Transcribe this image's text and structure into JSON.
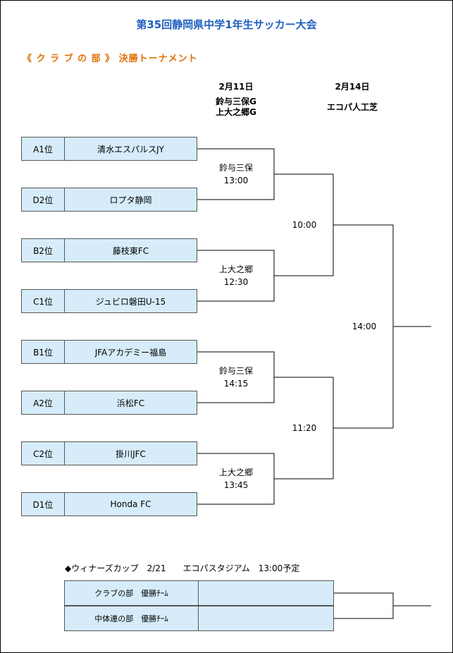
{
  "title": "第35回静岡県中学1年生サッカー大会",
  "subtitle": "《 ク ラ ブ の 部 》 決勝トーナメント",
  "dates": {
    "day1": {
      "date": "2月11日",
      "venue1": "鈴与三保G",
      "venue2": "上大之郷G"
    },
    "day2": {
      "date": "2月14日",
      "venue": "エコパ人工芝"
    }
  },
  "teams": [
    {
      "seed": "A1位",
      "name": "清水エスパルスJY"
    },
    {
      "seed": "D2位",
      "name": "ロプタ静岡"
    },
    {
      "seed": "B2位",
      "name": "藤枝東FC"
    },
    {
      "seed": "C1位",
      "name": "ジュビロ磐田U-15"
    },
    {
      "seed": "B1位",
      "name": "JFAアカデミー福島"
    },
    {
      "seed": "A2位",
      "name": "浜松FC"
    },
    {
      "seed": "C2位",
      "name": "掛川JFC"
    },
    {
      "seed": "D1位",
      "name": "Honda FC"
    }
  ],
  "round1": [
    {
      "venue": "鈴与三保",
      "time": "13:00"
    },
    {
      "venue": "上大之郷",
      "time": "12:30"
    },
    {
      "venue": "鈴与三保",
      "time": "14:15"
    },
    {
      "venue": "上大之郷",
      "time": "13:45"
    }
  ],
  "semis": [
    {
      "time": "10:00"
    },
    {
      "time": "11:20"
    }
  ],
  "final": {
    "time": "14:00"
  },
  "winners_cup": {
    "heading": "◆ウィナーズカップ　2/21　　エコパスタジアム　13:00予定",
    "rows": [
      {
        "label": "クラブの部　優勝ﾁｰﾑ"
      },
      {
        "label": "中体連の部　優勝ﾁｰﾑ"
      }
    ]
  }
}
